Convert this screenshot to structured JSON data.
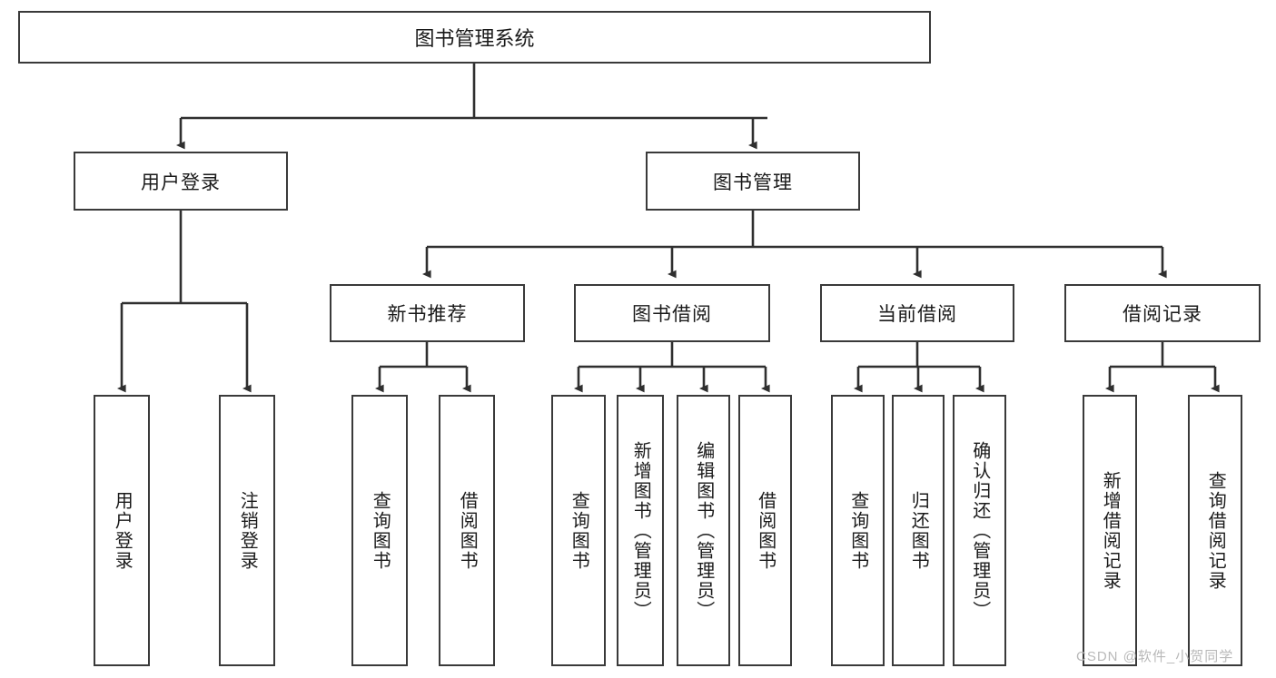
{
  "diagram": {
    "type": "tree-hierarchy",
    "title": "图书管理系统",
    "orientation": "top-down",
    "root": {
      "label": "图书管理系统"
    },
    "level2": [
      {
        "id": "user-login",
        "label": "用户登录"
      },
      {
        "id": "book-manage",
        "label": "图书管理"
      }
    ],
    "level3": [
      {
        "id": "new-book-rec",
        "label": "新书推荐",
        "parent": "book-manage"
      },
      {
        "id": "book-borrow",
        "label": "图书借阅",
        "parent": "book-manage"
      },
      {
        "id": "current-borrow",
        "label": "当前借阅",
        "parent": "book-manage"
      },
      {
        "id": "borrow-record",
        "label": "借阅记录",
        "parent": "book-manage"
      }
    ],
    "leaves": [
      {
        "id": "leaf-user-login",
        "label": "用户登录",
        "parent": "user-login"
      },
      {
        "id": "leaf-logout",
        "label": "注销登录",
        "parent": "user-login"
      },
      {
        "id": "leaf-query-book-1",
        "label": "查询图书",
        "parent": "new-book-rec"
      },
      {
        "id": "leaf-borrow-book-1",
        "label": "借阅图书",
        "parent": "new-book-rec"
      },
      {
        "id": "leaf-query-book-2",
        "label": "查询图书",
        "parent": "book-borrow"
      },
      {
        "id": "leaf-add-book",
        "label": "新增图书（管理员）",
        "parent": "book-borrow"
      },
      {
        "id": "leaf-edit-book",
        "label": "编辑图书（管理员）",
        "parent": "book-borrow"
      },
      {
        "id": "leaf-borrow-book-2",
        "label": "借阅图书",
        "parent": "book-borrow"
      },
      {
        "id": "leaf-query-book-3",
        "label": "查询图书",
        "parent": "current-borrow"
      },
      {
        "id": "leaf-return-book",
        "label": "归还图书",
        "parent": "current-borrow"
      },
      {
        "id": "leaf-confirm-return",
        "label": "确认归还（管理员）",
        "parent": "current-borrow"
      },
      {
        "id": "leaf-add-record",
        "label": "新增借阅记录",
        "parent": "borrow-record"
      },
      {
        "id": "leaf-query-record",
        "label": "查询借阅记录",
        "parent": "borrow-record"
      }
    ],
    "watermark": "CSDN @软件_小贺同学",
    "colors": {
      "box_border": "#3a3a3a",
      "box_fill": "#ffffff",
      "connector": "#2f2f2f",
      "text": "#1a1a1a",
      "watermark": "#b9b9b9"
    }
  }
}
